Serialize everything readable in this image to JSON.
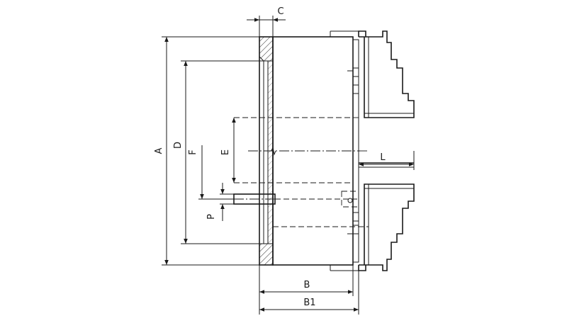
{
  "diagram": {
    "dimension_labels": {
      "A": "A",
      "B": "B",
      "B1": "B1",
      "C": "C",
      "D": "D",
      "E": "E",
      "F": "F",
      "L": "L",
      "P": "P"
    }
  }
}
